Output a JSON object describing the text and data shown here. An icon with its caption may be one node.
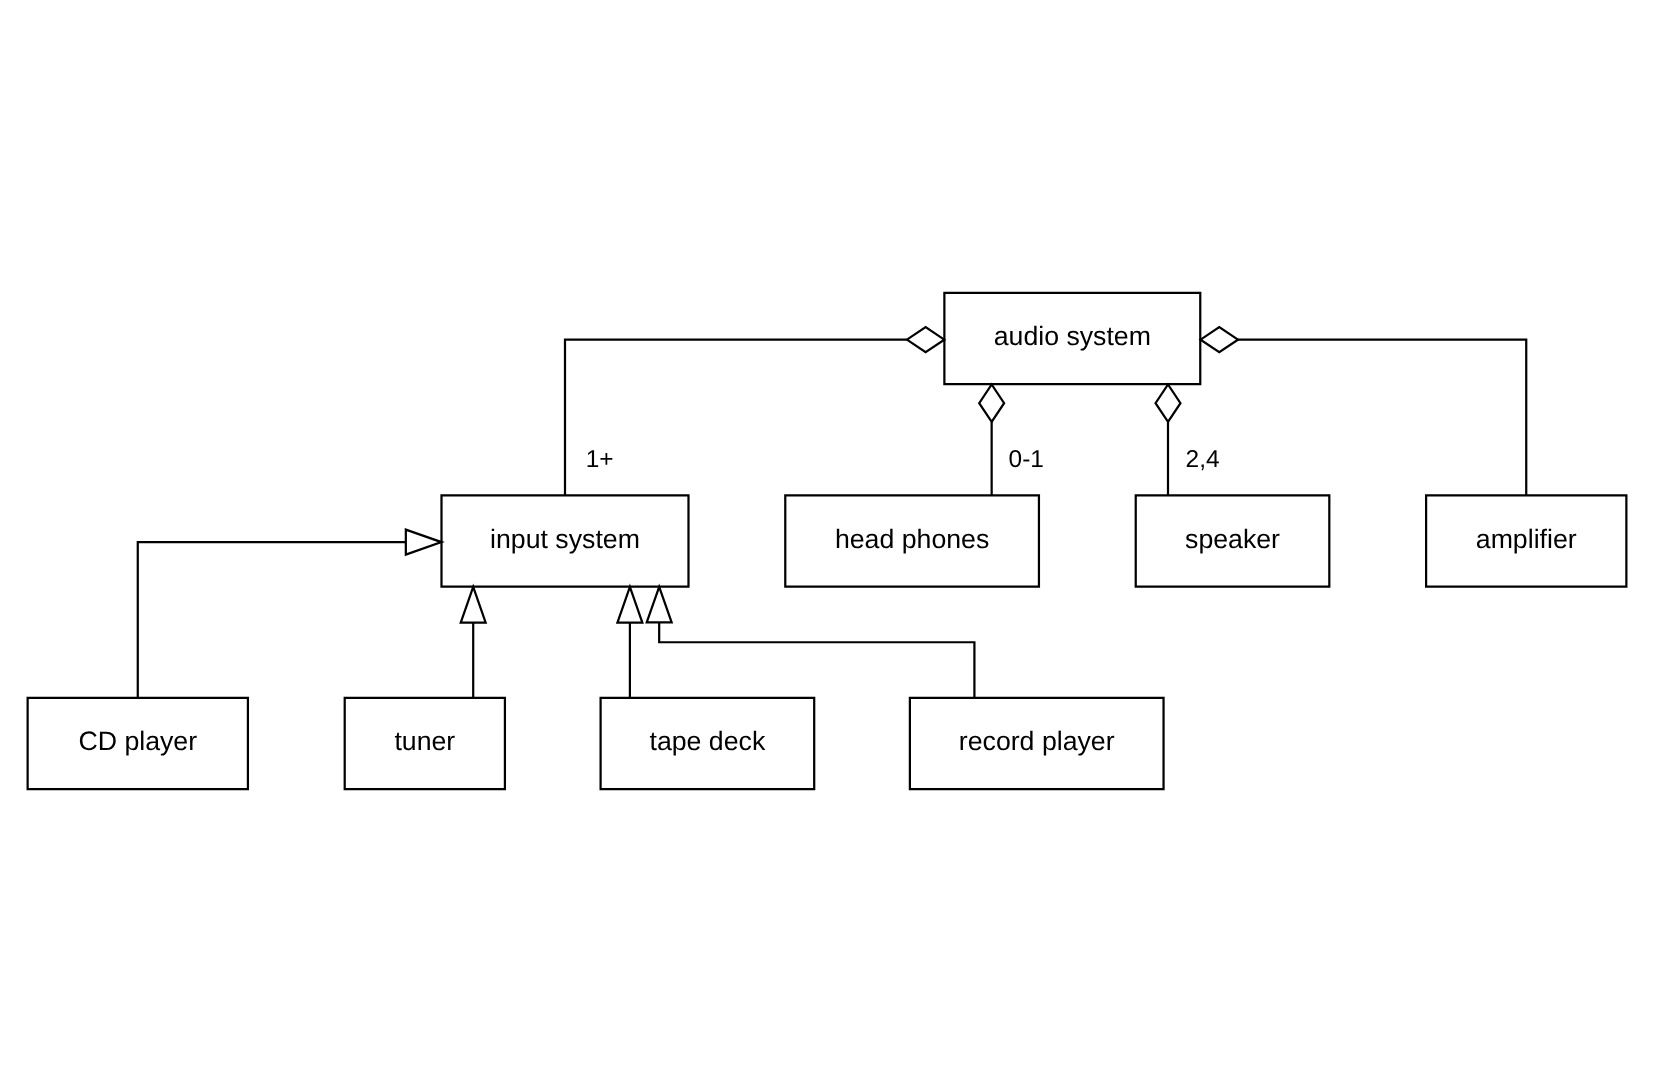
{
  "diagram": {
    "nodes": [
      {
        "text": [
          "audio system"
        ]
      },
      {
        "text": [
          "input system"
        ]
      },
      {
        "text": [
          "head phones"
        ]
      },
      {
        "text": [
          "speaker"
        ]
      },
      {
        "text": [
          "amplifier"
        ]
      },
      {
        "text": [
          "CD player"
        ]
      },
      {
        "text": [
          "tuner"
        ]
      },
      {
        "text": [
          "tape deck"
        ]
      },
      {
        "text": [
          "record player"
        ]
      }
    ],
    "edges": [
      {
        "from": 0,
        "to": 1,
        "arrow": "other",
        "label": "1+"
      },
      {
        "from": 0,
        "to": 2,
        "arrow": "other",
        "label": "0-1"
      },
      {
        "from": 0,
        "to": 3,
        "arrow": "other",
        "label": "2,4"
      },
      {
        "from": 0,
        "to": 4,
        "arrow": "other"
      },
      {
        "from": 5,
        "to": 1,
        "arrow": "to"
      },
      {
        "from": 6,
        "to": 1,
        "arrow": "to"
      },
      {
        "from": 7,
        "to": 1,
        "arrow": "to"
      },
      {
        "from": 8,
        "to": 1,
        "arrow": "to"
      }
    ]
  }
}
